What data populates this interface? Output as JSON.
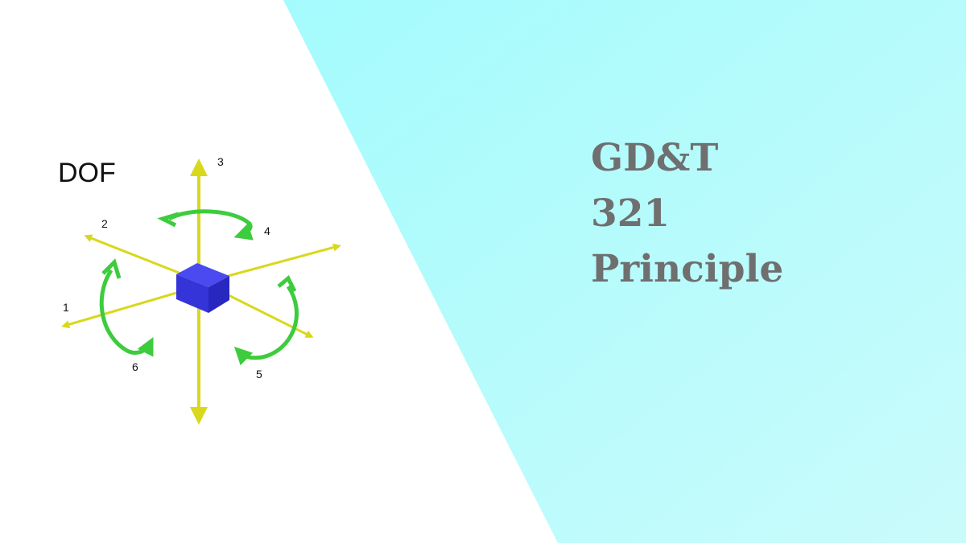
{
  "title": {
    "lines": [
      "GD&T",
      "321",
      "Principle"
    ]
  },
  "diagram": {
    "label": "DOF",
    "axis_labels": {
      "one": "1",
      "two": "2",
      "three": "3",
      "four": "4",
      "five": "5",
      "six": "6"
    }
  },
  "colors": {
    "panel_cyan_top": "#a8fbfd",
    "panel_cyan_bottom": "#c6fbfb",
    "title_gray": "#6f6f6f",
    "axis_yellow": "#d8d81c",
    "rotation_green": "#3dcc3d",
    "cube_blue": "#3a3ae0"
  }
}
